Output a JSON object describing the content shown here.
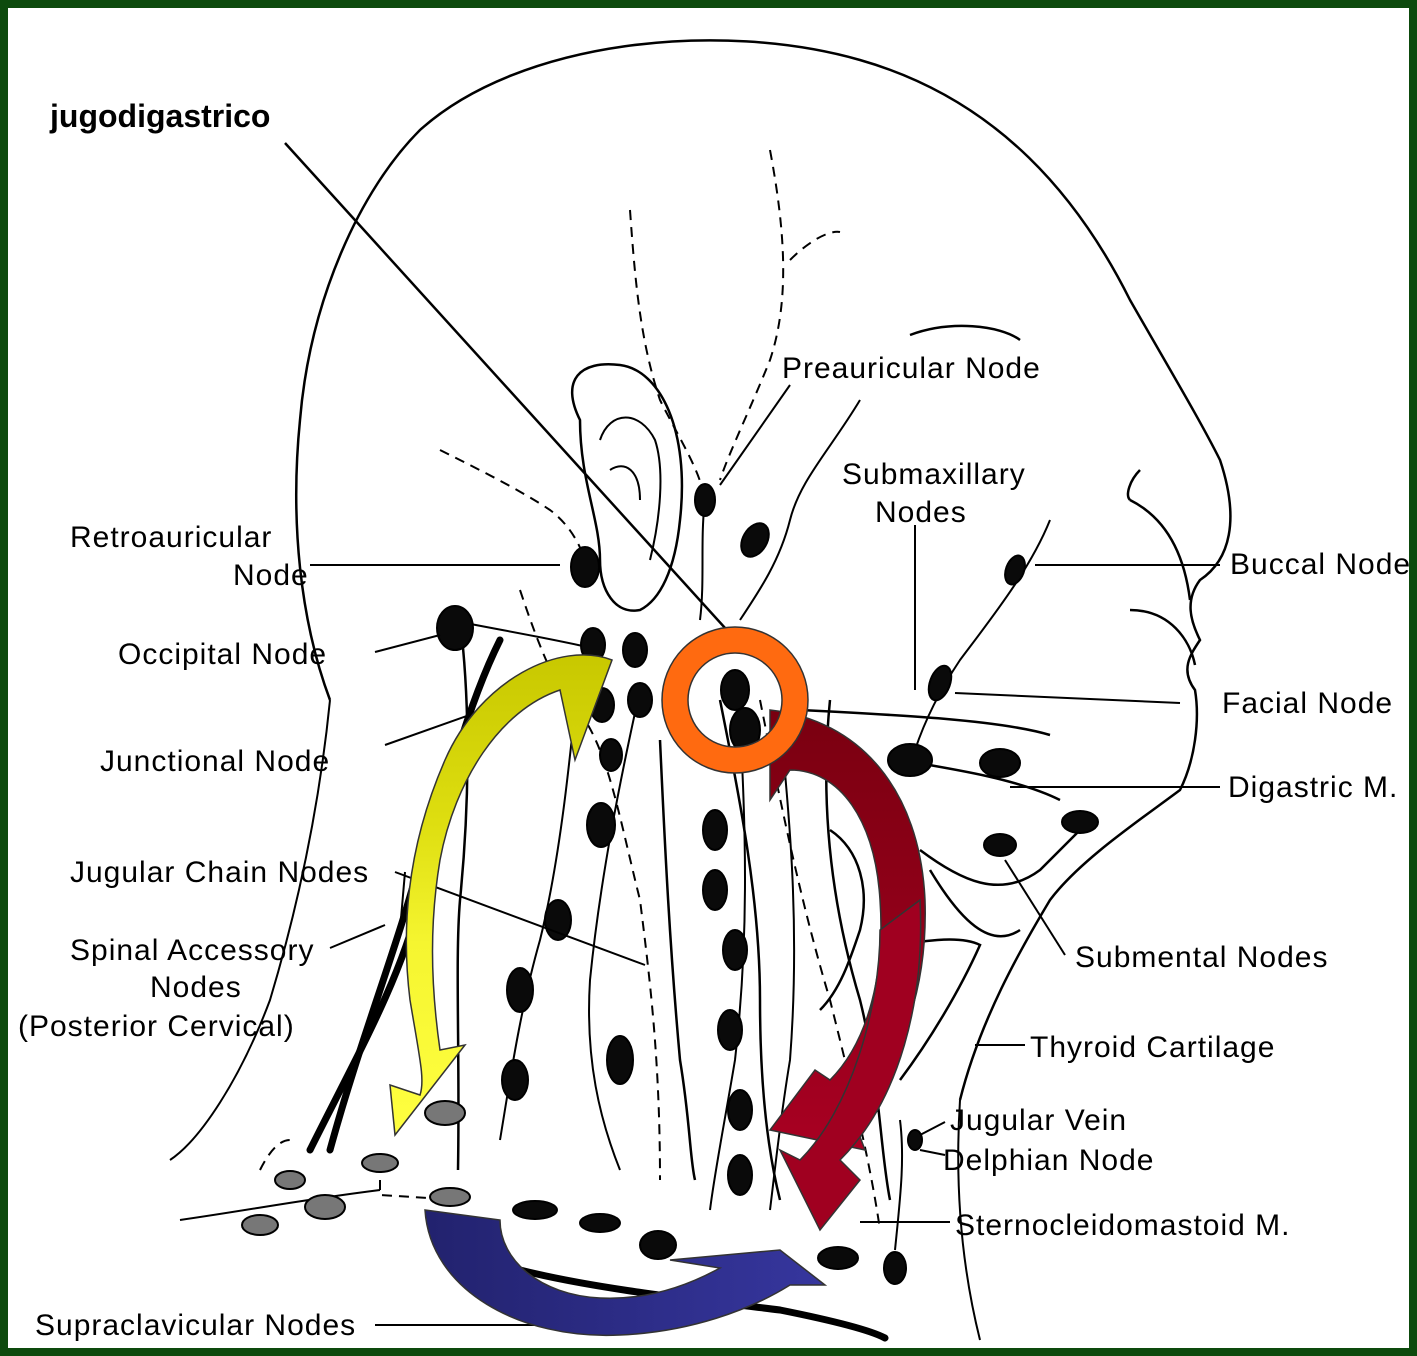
{
  "title": "jugodigastrico",
  "labels": {
    "preauricular": "Preauricular  Node",
    "submaxillary": "Submaxillary\nNodes",
    "retroauricular": "Retroauricular\nNode",
    "buccal": "Buccal Node",
    "occipital": "Occipital  Node",
    "facial": "Facial Node",
    "junctional": "Junctional  Node",
    "digastric": "Digastric M.",
    "jugular_chain": "Jugular  Chain Nodes",
    "spinal_accessory": "Spinal  Accessory\nNodes\n(Posterior  Cervical)",
    "submental": "Submental  Nodes",
    "thyroid": "Thyroid  Cartilage",
    "jugular_vein": "Jugular  Vein",
    "delphian": "Delphian  Node",
    "sternocleidomastoid": "Sternocleidomastoid  M.",
    "supraclavicular": "Supraclavicular  Nodes"
  },
  "colors": {
    "border": "#0d4a0d",
    "ring": "#ff6a10",
    "yellow_arrow": "#f5f530",
    "olive_arrow": "#c8c800",
    "red_arrow_dark": "#7a0010",
    "red_arrow": "#a00020",
    "blue_arrow": "#2e2e8a"
  }
}
